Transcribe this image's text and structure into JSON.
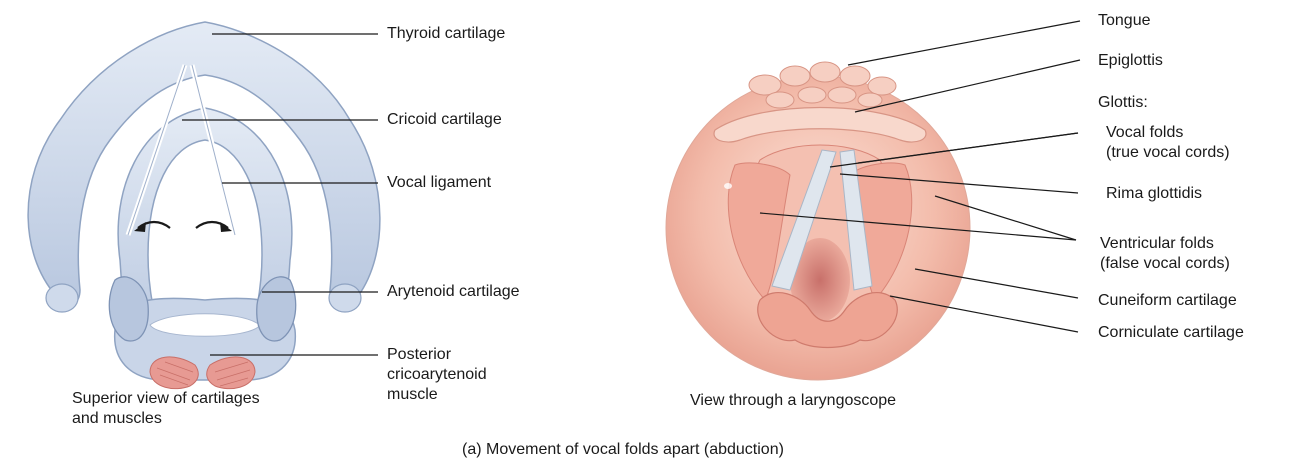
{
  "left_panel": {
    "labels": {
      "thyroid": "Thyroid cartilage",
      "cricoid": "Cricoid cartilage",
      "vocal_ligament": "Vocal ligament",
      "arytenoid": "Arytenoid cartilage",
      "posterior": "Posterior\ncricoarytenoid\nmuscle"
    },
    "caption": "Superior view of cartilages\nand muscles"
  },
  "right_panel": {
    "labels": {
      "tongue": "Tongue",
      "epiglottis": "Epiglottis",
      "glottis": "Glottis:",
      "vocal_folds": "Vocal folds\n(true vocal cords)",
      "rima": "Rima glottidis",
      "ventricular": "Ventricular folds\n(false vocal cords)",
      "cuneiform": "Cuneiform cartilage",
      "corniculate": "Corniculate cartilage"
    },
    "caption": "View through a laryngoscope"
  },
  "figure_caption": "(a) Movement of vocal folds apart (abduction)",
  "colors": {
    "cartilage": "#c5d2e6",
    "cartilage_dark": "#8fa3c2",
    "muscle": "#e79a93",
    "mucosa": "#f1b3a3",
    "mucosa_dark": "#d98577",
    "vocal_fold": "#dfe6ee",
    "leader_line": "#1a1a1a"
  }
}
